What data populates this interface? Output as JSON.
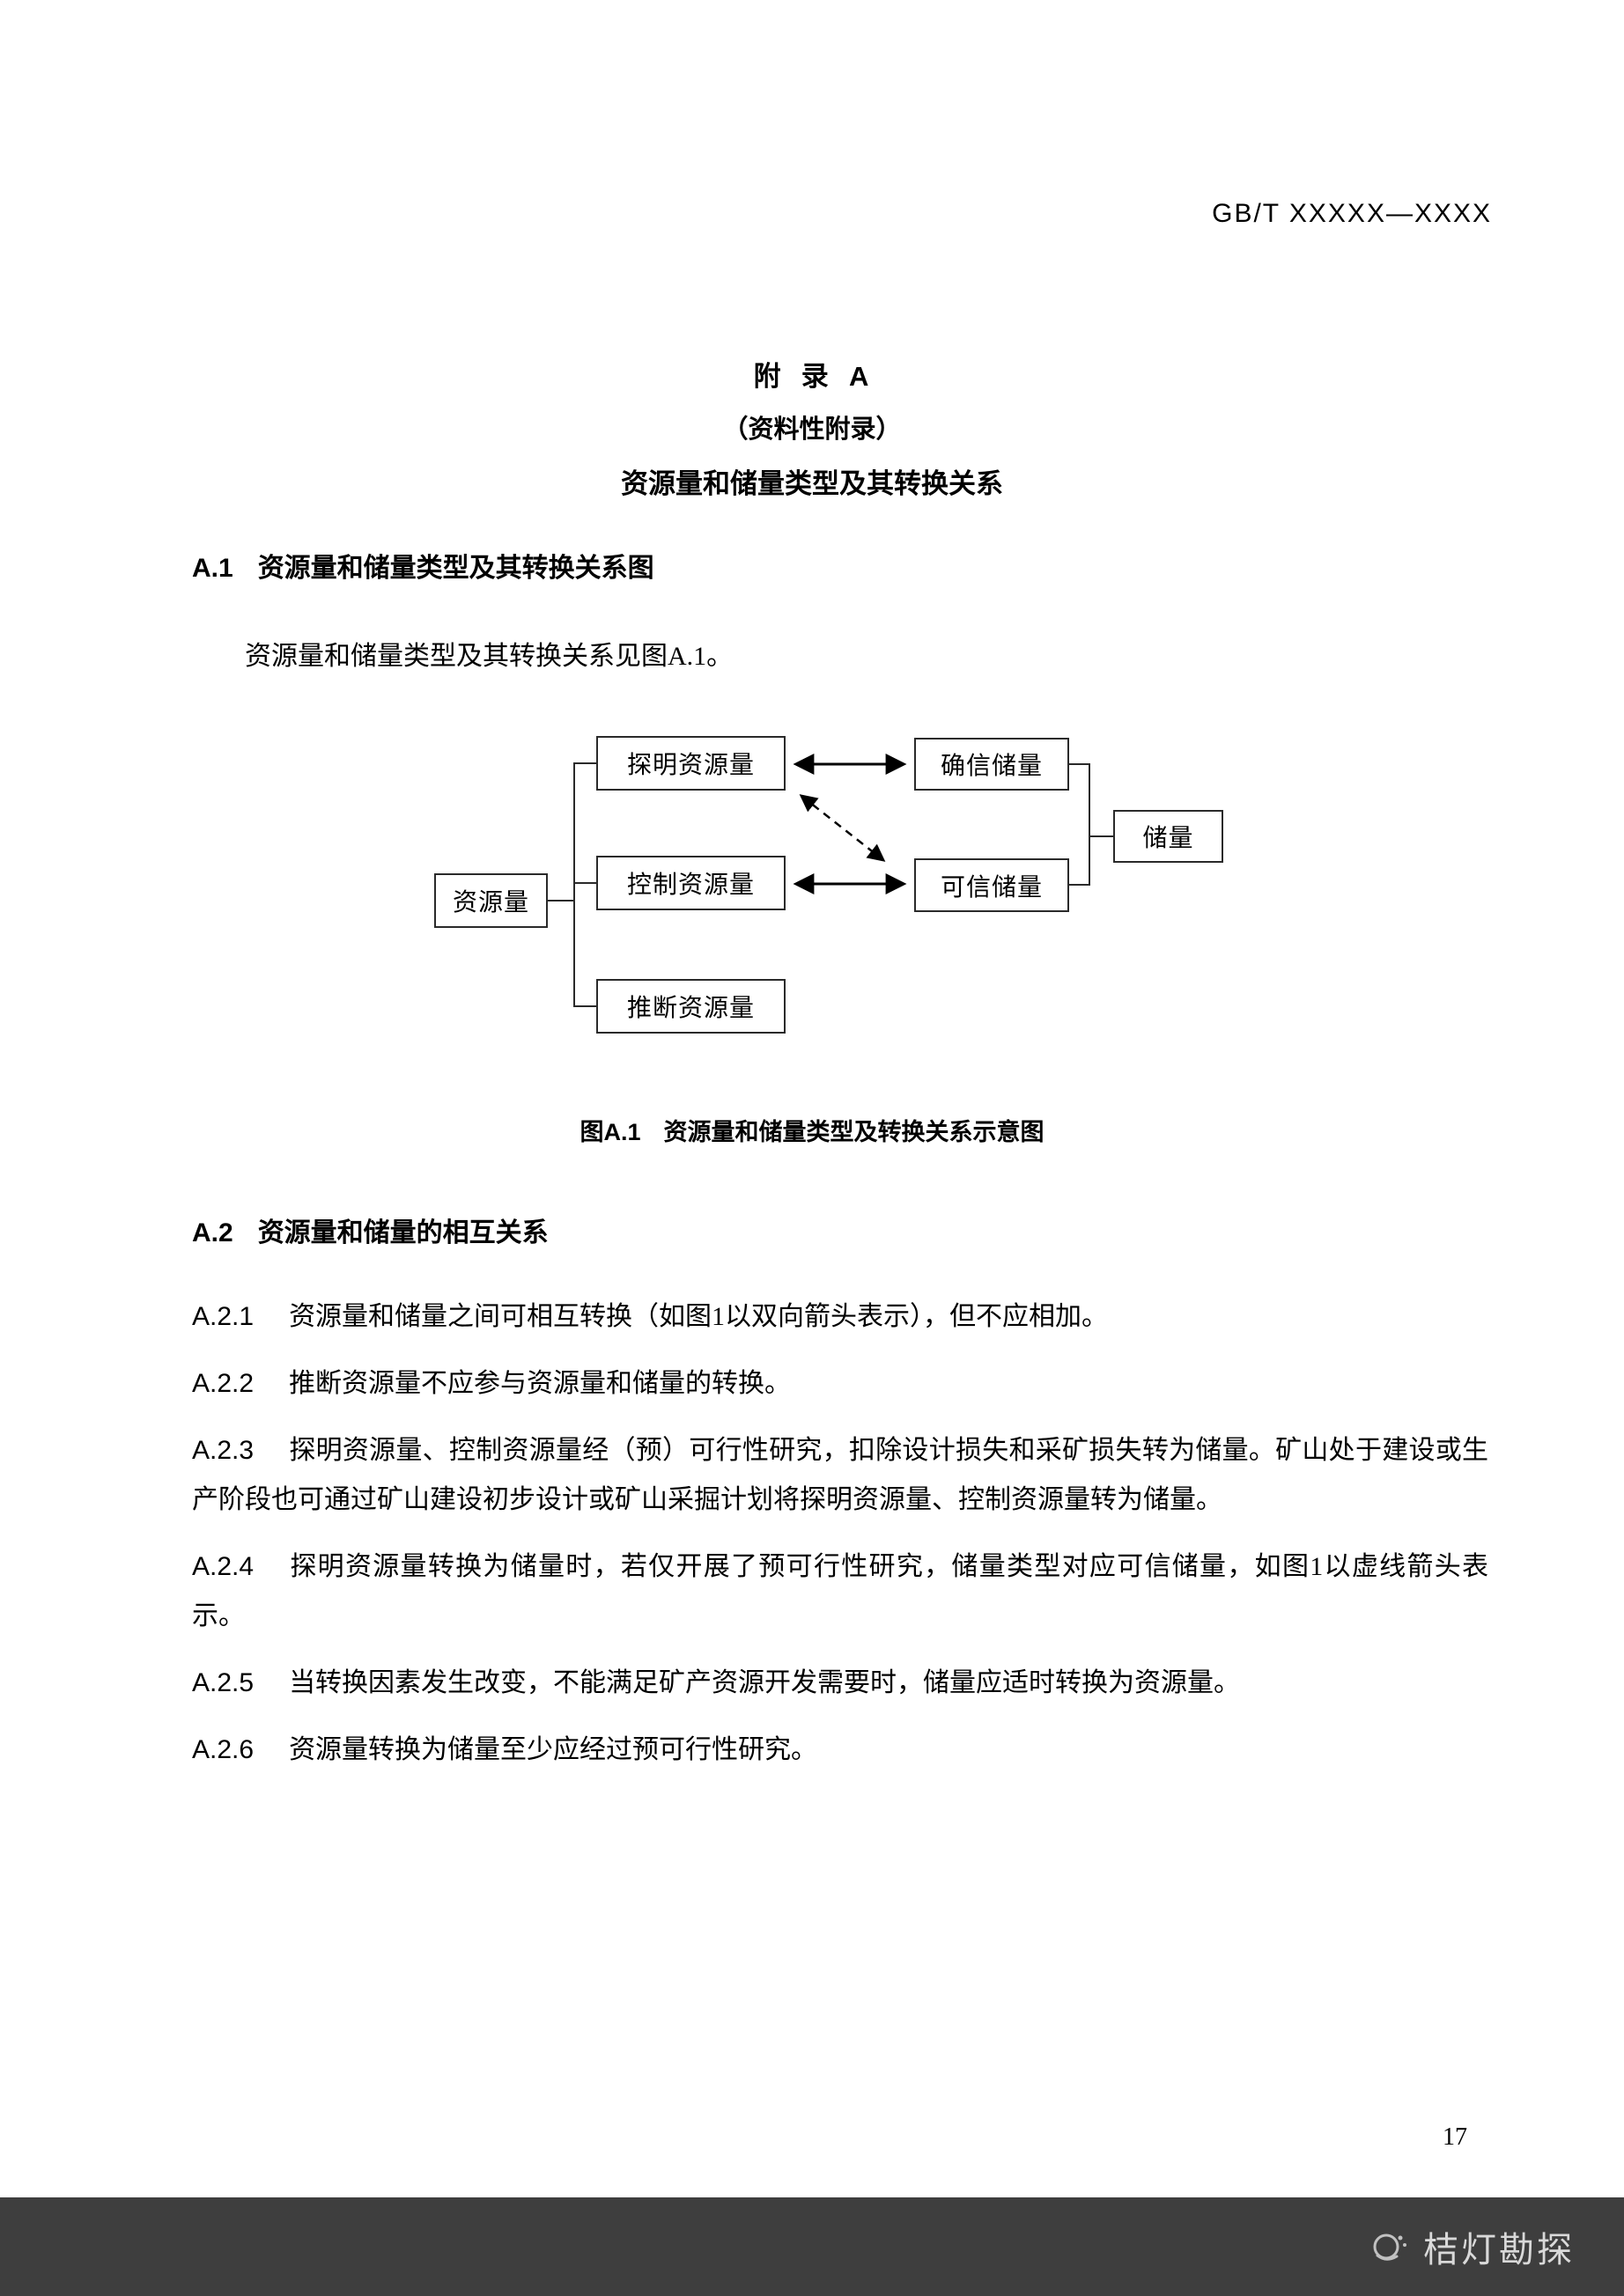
{
  "page": {
    "header_code": "GB/T XXXXX—XXXX",
    "page_number": "17",
    "watermark": "桔灯勘探"
  },
  "appendix_title": {
    "line1": "附  录  A",
    "line2": "（资料性附录）",
    "line3": "资源量和储量类型及其转换关系"
  },
  "section_a1": {
    "label": "A.1",
    "heading": "资源量和储量类型及其转换关系图",
    "intro": "资源量和储量类型及其转换关系见图A.1。"
  },
  "figure": {
    "caption_label": "图A.1",
    "caption_text": "资源量和储量类型及转换关系示意图",
    "boxes": {
      "resource_total": "资源量",
      "measured": "探明资源量",
      "controlled": "控制资源量",
      "inferred": "推断资源量",
      "proved": "确信储量",
      "probable": "可信储量",
      "reserve": "储量"
    }
  },
  "section_a2": {
    "label": "A.2",
    "heading": "资源量和储量的相互关系",
    "clauses": [
      {
        "label": "A.2.1",
        "text": "资源量和储量之间可相互转换（如图1以双向箭头表示），但不应相加。"
      },
      {
        "label": "A.2.2",
        "text": "推断资源量不应参与资源量和储量的转换。"
      },
      {
        "label": "A.2.3",
        "text": "探明资源量、控制资源量经（预）可行性研究，扣除设计损失和采矿损失转为储量。矿山处于建设或生产阶段也可通过矿山建设初步设计或矿山采掘计划将探明资源量、控制资源量转为储量。"
      },
      {
        "label": "A.2.4",
        "text": "探明资源量转换为储量时，若仅开展了预可行性研究，储量类型对应可信储量，如图1以虚线箭头表示。"
      },
      {
        "label": "A.2.5",
        "text": "当转换因素发生改变，不能满足矿产资源开发需要时，储量应适时转换为资源量。"
      },
      {
        "label": "A.2.6",
        "text": "资源量转换为储量至少应经过预可行性研究。"
      }
    ]
  }
}
